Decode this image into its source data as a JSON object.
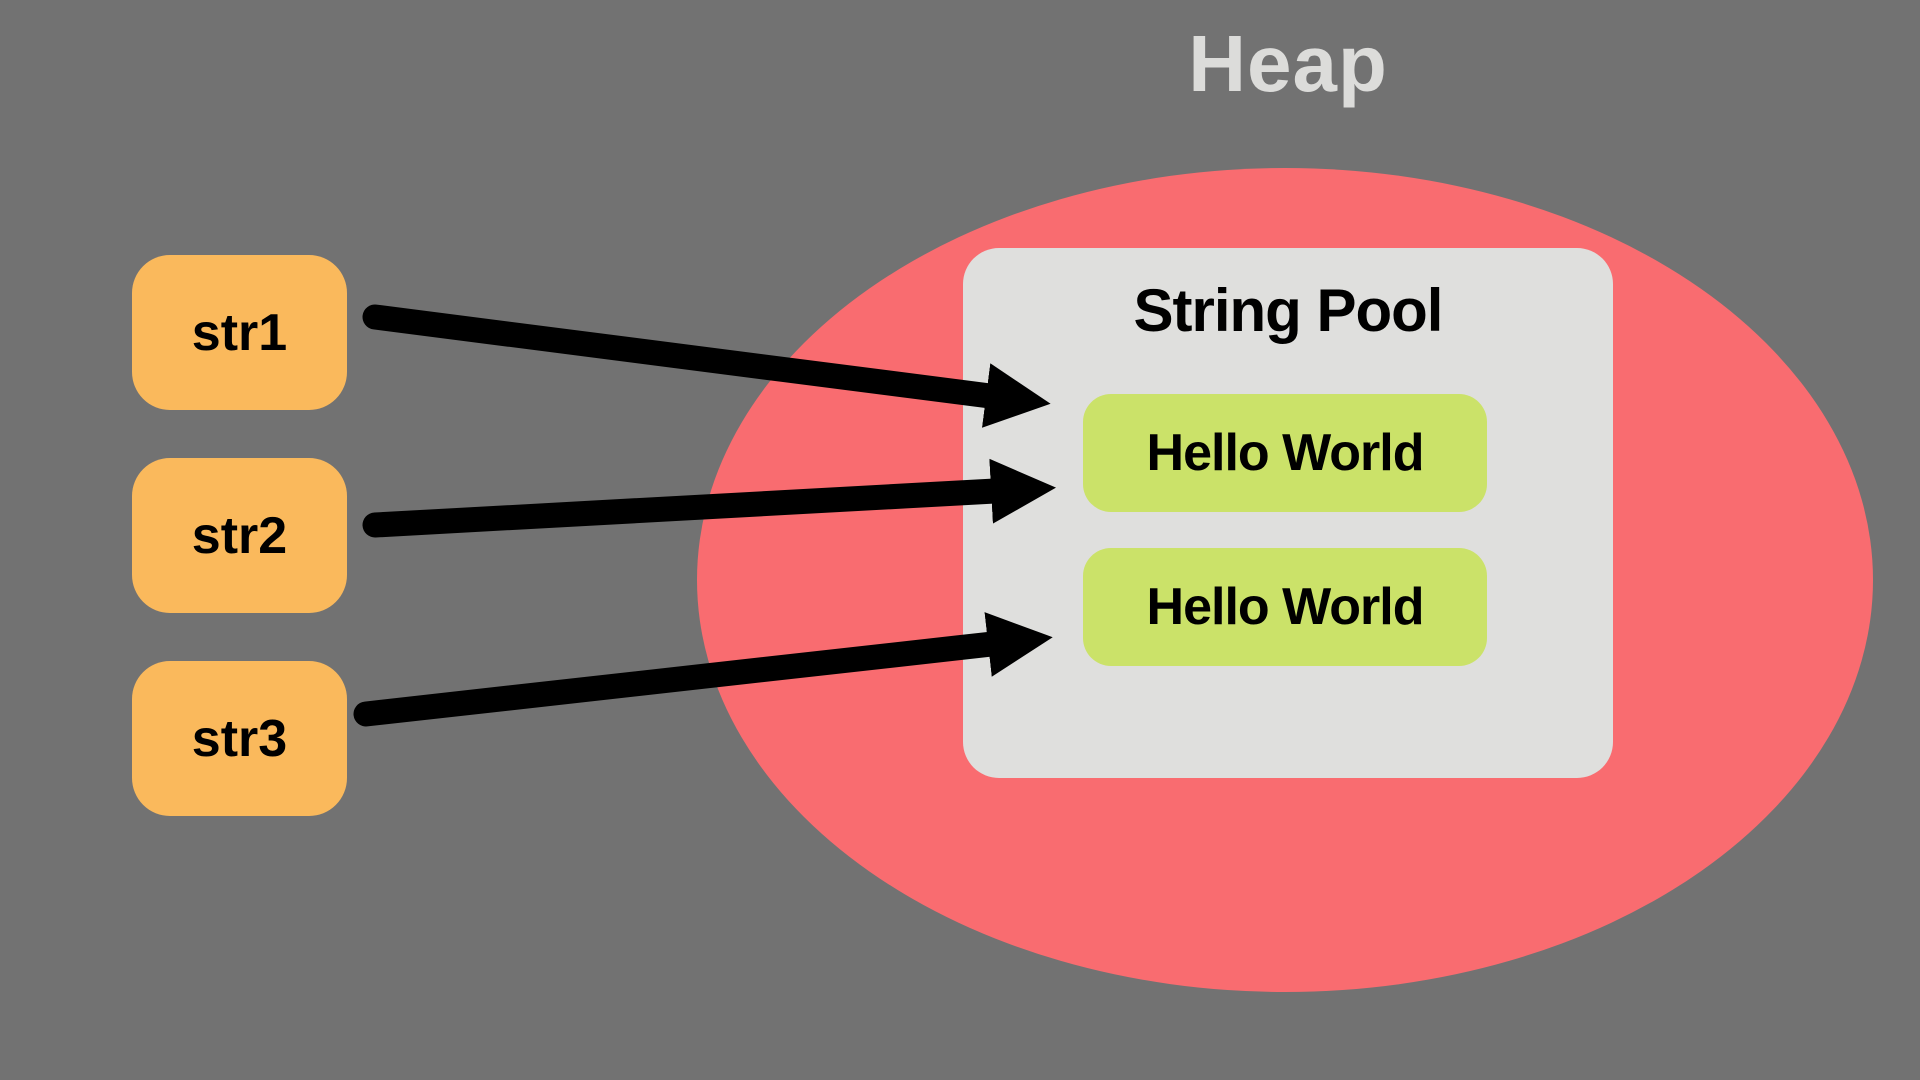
{
  "heap": {
    "label": "Heap"
  },
  "string_pool": {
    "title": "String Pool",
    "strings": [
      {
        "value": "Hello World"
      },
      {
        "value": "Hello World"
      }
    ]
  },
  "variables": [
    {
      "name": "str1"
    },
    {
      "name": "str2"
    },
    {
      "name": "str3"
    }
  ],
  "references": [
    {
      "from": "str1",
      "to": "pool-string-1"
    },
    {
      "from": "str2",
      "to": "pool-string-1"
    },
    {
      "from": "str3",
      "to": "pool-string-2"
    }
  ],
  "colors": {
    "background": "#727272",
    "heap_ellipse": "#F96C70",
    "heap_label_text": "#DCDCDA",
    "string_pool_box": "#DFDFDD",
    "string_box": "#CBE269",
    "variable_box": "#FAB95C",
    "text": "#000000",
    "arrow": "#000000"
  }
}
